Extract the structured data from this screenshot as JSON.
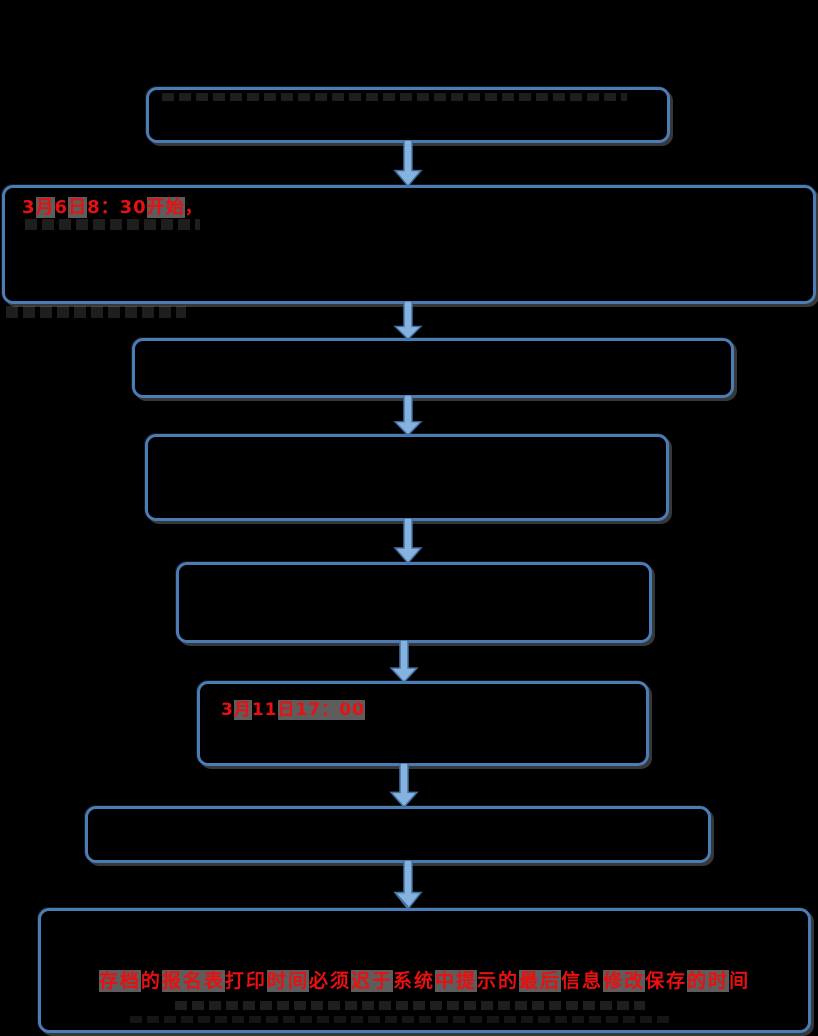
{
  "diagram": {
    "type": "flowchart",
    "orientation": "vertical",
    "background_color": "#000000",
    "box_border_color": "#4a7db7",
    "box_fill_color": "#000000",
    "arrow_fill_color": "#86b2e0",
    "arrow_outline_color": "#4472a4",
    "red_text_color": "#e81010",
    "char_shading_color": "#5d5d5d",
    "arrow_count": 7,
    "steps": [
      {
        "name": "step-1",
        "visible_text": "",
        "runs": []
      },
      {
        "name": "step-2",
        "visible_text": "3月6日8：30开始，",
        "runs": [
          {
            "t": "3"
          },
          {
            "t": "月",
            "hl": true
          },
          {
            "t": "6"
          },
          {
            "t": "日",
            "hl": true
          },
          {
            "t": "8：30"
          },
          {
            "t": "开始",
            "hl": true
          },
          {
            "t": "，"
          }
        ]
      },
      {
        "name": "step-3",
        "visible_text": "",
        "runs": []
      },
      {
        "name": "step-4",
        "visible_text": "",
        "runs": []
      },
      {
        "name": "step-5",
        "visible_text": "",
        "runs": []
      },
      {
        "name": "step-6",
        "visible_text": "3月11日17：00",
        "runs": [
          {
            "t": "3"
          },
          {
            "t": "月",
            "hl": true
          },
          {
            "t": "11"
          },
          {
            "t": "日",
            "hl": true
          },
          {
            "t": "17：00",
            "hl": true
          }
        ]
      },
      {
        "name": "step-7",
        "visible_text": "",
        "runs": []
      },
      {
        "name": "step-8",
        "visible_text": "存档的报名表打印时间必须迟于系统中提示的最后信息修改保存的时间",
        "runs": [
          {
            "t": "存档",
            "hl": true
          },
          {
            "t": "的"
          },
          {
            "t": "报名表",
            "hl": true
          },
          {
            "t": "打印"
          },
          {
            "t": "时间",
            "hl": true
          },
          {
            "t": "必须"
          },
          {
            "t": "迟于",
            "hl": true
          },
          {
            "t": "系统"
          },
          {
            "t": "中提",
            "hl": true
          },
          {
            "t": "示的"
          },
          {
            "t": "最后",
            "hl": true
          },
          {
            "t": "信息"
          },
          {
            "t": "修改",
            "hl": true
          },
          {
            "t": "保存"
          },
          {
            "t": "的时",
            "hl": true
          },
          {
            "t": "间"
          }
        ]
      }
    ]
  }
}
